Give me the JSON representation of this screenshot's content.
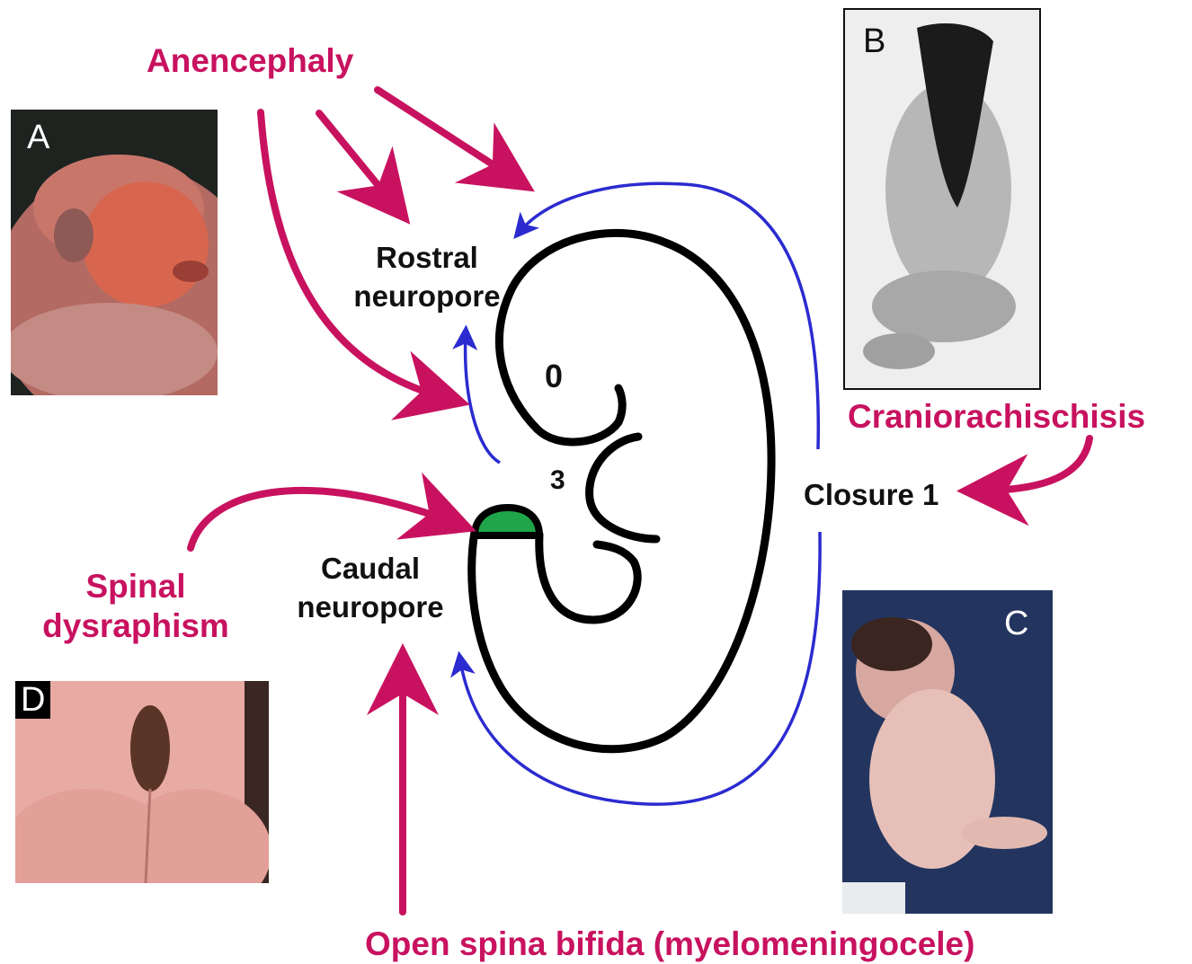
{
  "labels": {
    "anencephaly": "Anencephaly",
    "craniorachischisis": "Craniorachischisis",
    "spinal_dysraphism": "Spinal\ndysraphism",
    "open_spina_bifida": "Open spina bifida (myelomeningocele)",
    "rostral_neuropore": "Rostral\nneuropore",
    "caudal_neuropore": "Caudal\nneuropore",
    "closure_1": "Closure 1",
    "somite_0": "0",
    "somite_3": "3"
  },
  "panels": {
    "a": {
      "letter": "A"
    },
    "b": {
      "letter": "B"
    },
    "c": {
      "letter": "C"
    },
    "d": {
      "letter": "D"
    }
  },
  "colors": {
    "disorder_arrow": "#c8125f",
    "closure_arrow": "#2b2bd0",
    "embryo_outline": "#000000",
    "caudal_neuropore_fill": "#1fa64a"
  }
}
